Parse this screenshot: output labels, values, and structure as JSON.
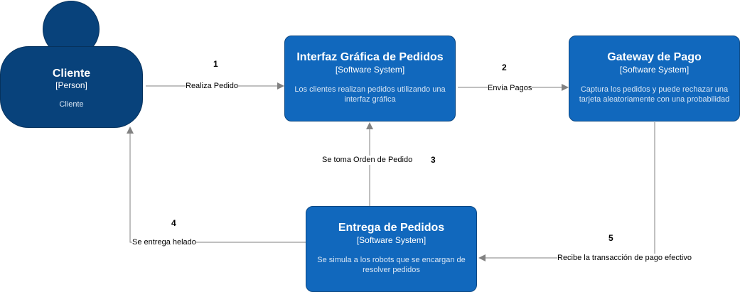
{
  "person": {
    "name": "Cliente",
    "kind": "[Person]",
    "description": "Cliente"
  },
  "systems": {
    "ui": {
      "name": "Interfaz Gráfica de Pedidos",
      "kind": "[Software System]",
      "description": "Los clientes realizan pedidos utilizando una interfaz gráfica"
    },
    "gateway": {
      "name": "Gateway de Pago",
      "kind": "[Software System]",
      "description": "Captura los pedidos y puede rechazar una tarjeta aleatoriamente con una probabilidad"
    },
    "delivery": {
      "name": "Entrega de Pedidos",
      "kind": "[Software System]",
      "description": "Se simula a los robots que se encargan de resolver pedidos"
    }
  },
  "relations": [
    {
      "step": "1",
      "label": "Realiza Pedido"
    },
    {
      "step": "2",
      "label": "Envía Pagos"
    },
    {
      "step": "3",
      "label": "Se toma Orden de Pedido"
    },
    {
      "step": "4",
      "label": "Se entrega helado"
    },
    {
      "step": "5",
      "label": "Recibe la transacción de pago efectivo"
    }
  ],
  "colors": {
    "person": "#08427b",
    "system": "#1168bd",
    "arrow": "#828282"
  }
}
